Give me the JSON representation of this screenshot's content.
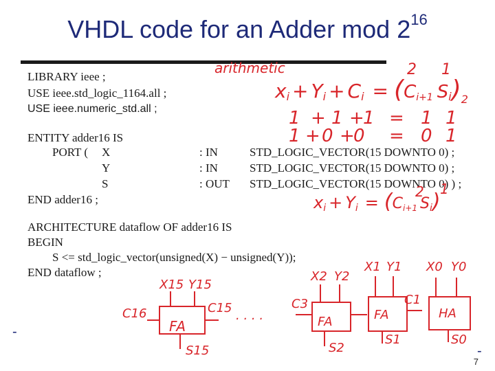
{
  "title": {
    "text": "VHDL code for an Adder mod 2",
    "superscript": "16"
  },
  "code": {
    "lib1": "LIBRARY ieee ;",
    "lib2": "USE ieee.std_logic_1164.all ;",
    "lib3": "USE ieee.numeric_std.all ;",
    "entity": "ENTITY adder16 IS",
    "port_kw": "PORT (",
    "ports": [
      {
        "name": "X",
        "mode": ": IN",
        "type": "STD_LOGIC_VECTOR(15 DOWNTO 0) ;"
      },
      {
        "name": "Y",
        "mode": ": IN",
        "type": "STD_LOGIC_VECTOR(15 DOWNTO 0) ;"
      },
      {
        "name": "S",
        "mode": ": OUT",
        "type": "STD_LOGIC_VECTOR(15 DOWNTO 0) ) ;"
      }
    ],
    "end_entity": "END adder16 ;",
    "arch": "ARCHITECTURE dataflow OF adder16 IS",
    "begin": "BEGIN",
    "assign": "S <= std_logic_vector(unsigned(X) − unsigned(Y));",
    "end_arch": "END dataflow ;"
  },
  "annotations": {
    "arithmetic": "arithmetic",
    "eq1": [
      "x",
      "i",
      "+",
      "Y",
      "i",
      "+",
      "C",
      "i",
      "=",
      "(",
      "C",
      "i+1",
      "S",
      "i",
      ")",
      "2"
    ],
    "eq1_weights": [
      "2",
      "1"
    ],
    "row1": [
      "1",
      "+",
      "1",
      "+",
      "1",
      "=",
      "1",
      "1"
    ],
    "row2": [
      "1",
      "+",
      "0",
      "+",
      "0",
      "=",
      "0",
      "1"
    ],
    "eq2_weights": [
      "2",
      "1"
    ],
    "eq2": [
      "x",
      "i",
      "+",
      "Y",
      "i",
      "=",
      "(",
      "C",
      "i+1",
      "S",
      "i",
      ")"
    ],
    "fa15": {
      "box": "FA",
      "x": "X15",
      "y": "Y15",
      "cout": "C16",
      "cin": "C15",
      "s": "S15"
    },
    "fa2": {
      "box": "FA",
      "x": "X2",
      "y": "Y2",
      "cin": "C3",
      "s": "S2"
    },
    "fa1": {
      "box": "FA",
      "x": "X1",
      "y": "Y1",
      "cout": "C1",
      "s": "S1"
    },
    "ha0": {
      "box": "HA",
      "x": "X0",
      "y": "Y0",
      "s": "S0"
    },
    "dots": "· · · ·"
  },
  "footer": {
    "page_number": "7"
  },
  "colors": {
    "title": "#1e2a78",
    "annotation": "#d8252a",
    "code": "#1a1a1a"
  }
}
